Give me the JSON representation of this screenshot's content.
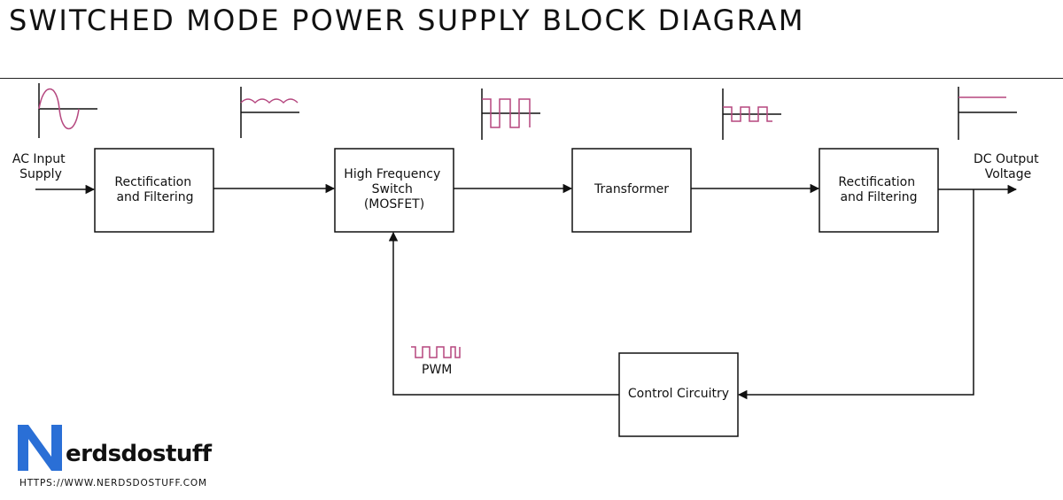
{
  "title": "SWITCHED MODE POWER SUPPLY BLOCK DIAGRAM",
  "input": {
    "line1": "AC Input",
    "line2": "Supply"
  },
  "output": {
    "line1": "DC Output",
    "line2": "Voltage"
  },
  "blocks": {
    "rect1": {
      "line1": "Rectification",
      "line2": "and Filtering"
    },
    "switch": {
      "line1": "High Frequency",
      "line2": "Switch",
      "line3": "(MOSFET)"
    },
    "transformer": {
      "line1": "Transformer"
    },
    "rect2": {
      "line1": "Rectification",
      "line2": "and Filtering"
    },
    "control": {
      "line1": "Control Circuitry"
    }
  },
  "feedback": {
    "pwm_label": "PWM"
  },
  "waveforms": [
    "ac-sine",
    "rectified-ripple",
    "high-frequency-square",
    "transformer-square",
    "dc-flat",
    "pwm-pulse"
  ],
  "colors": {
    "waveform": "#b5477f",
    "line": "#111111",
    "brand_blue": "#2a6fd6"
  },
  "brand": {
    "logo_letter": "N",
    "name": "erdsdostuff",
    "url": "HTTPS://WWW.NERDSDOSTUFF.COM"
  }
}
